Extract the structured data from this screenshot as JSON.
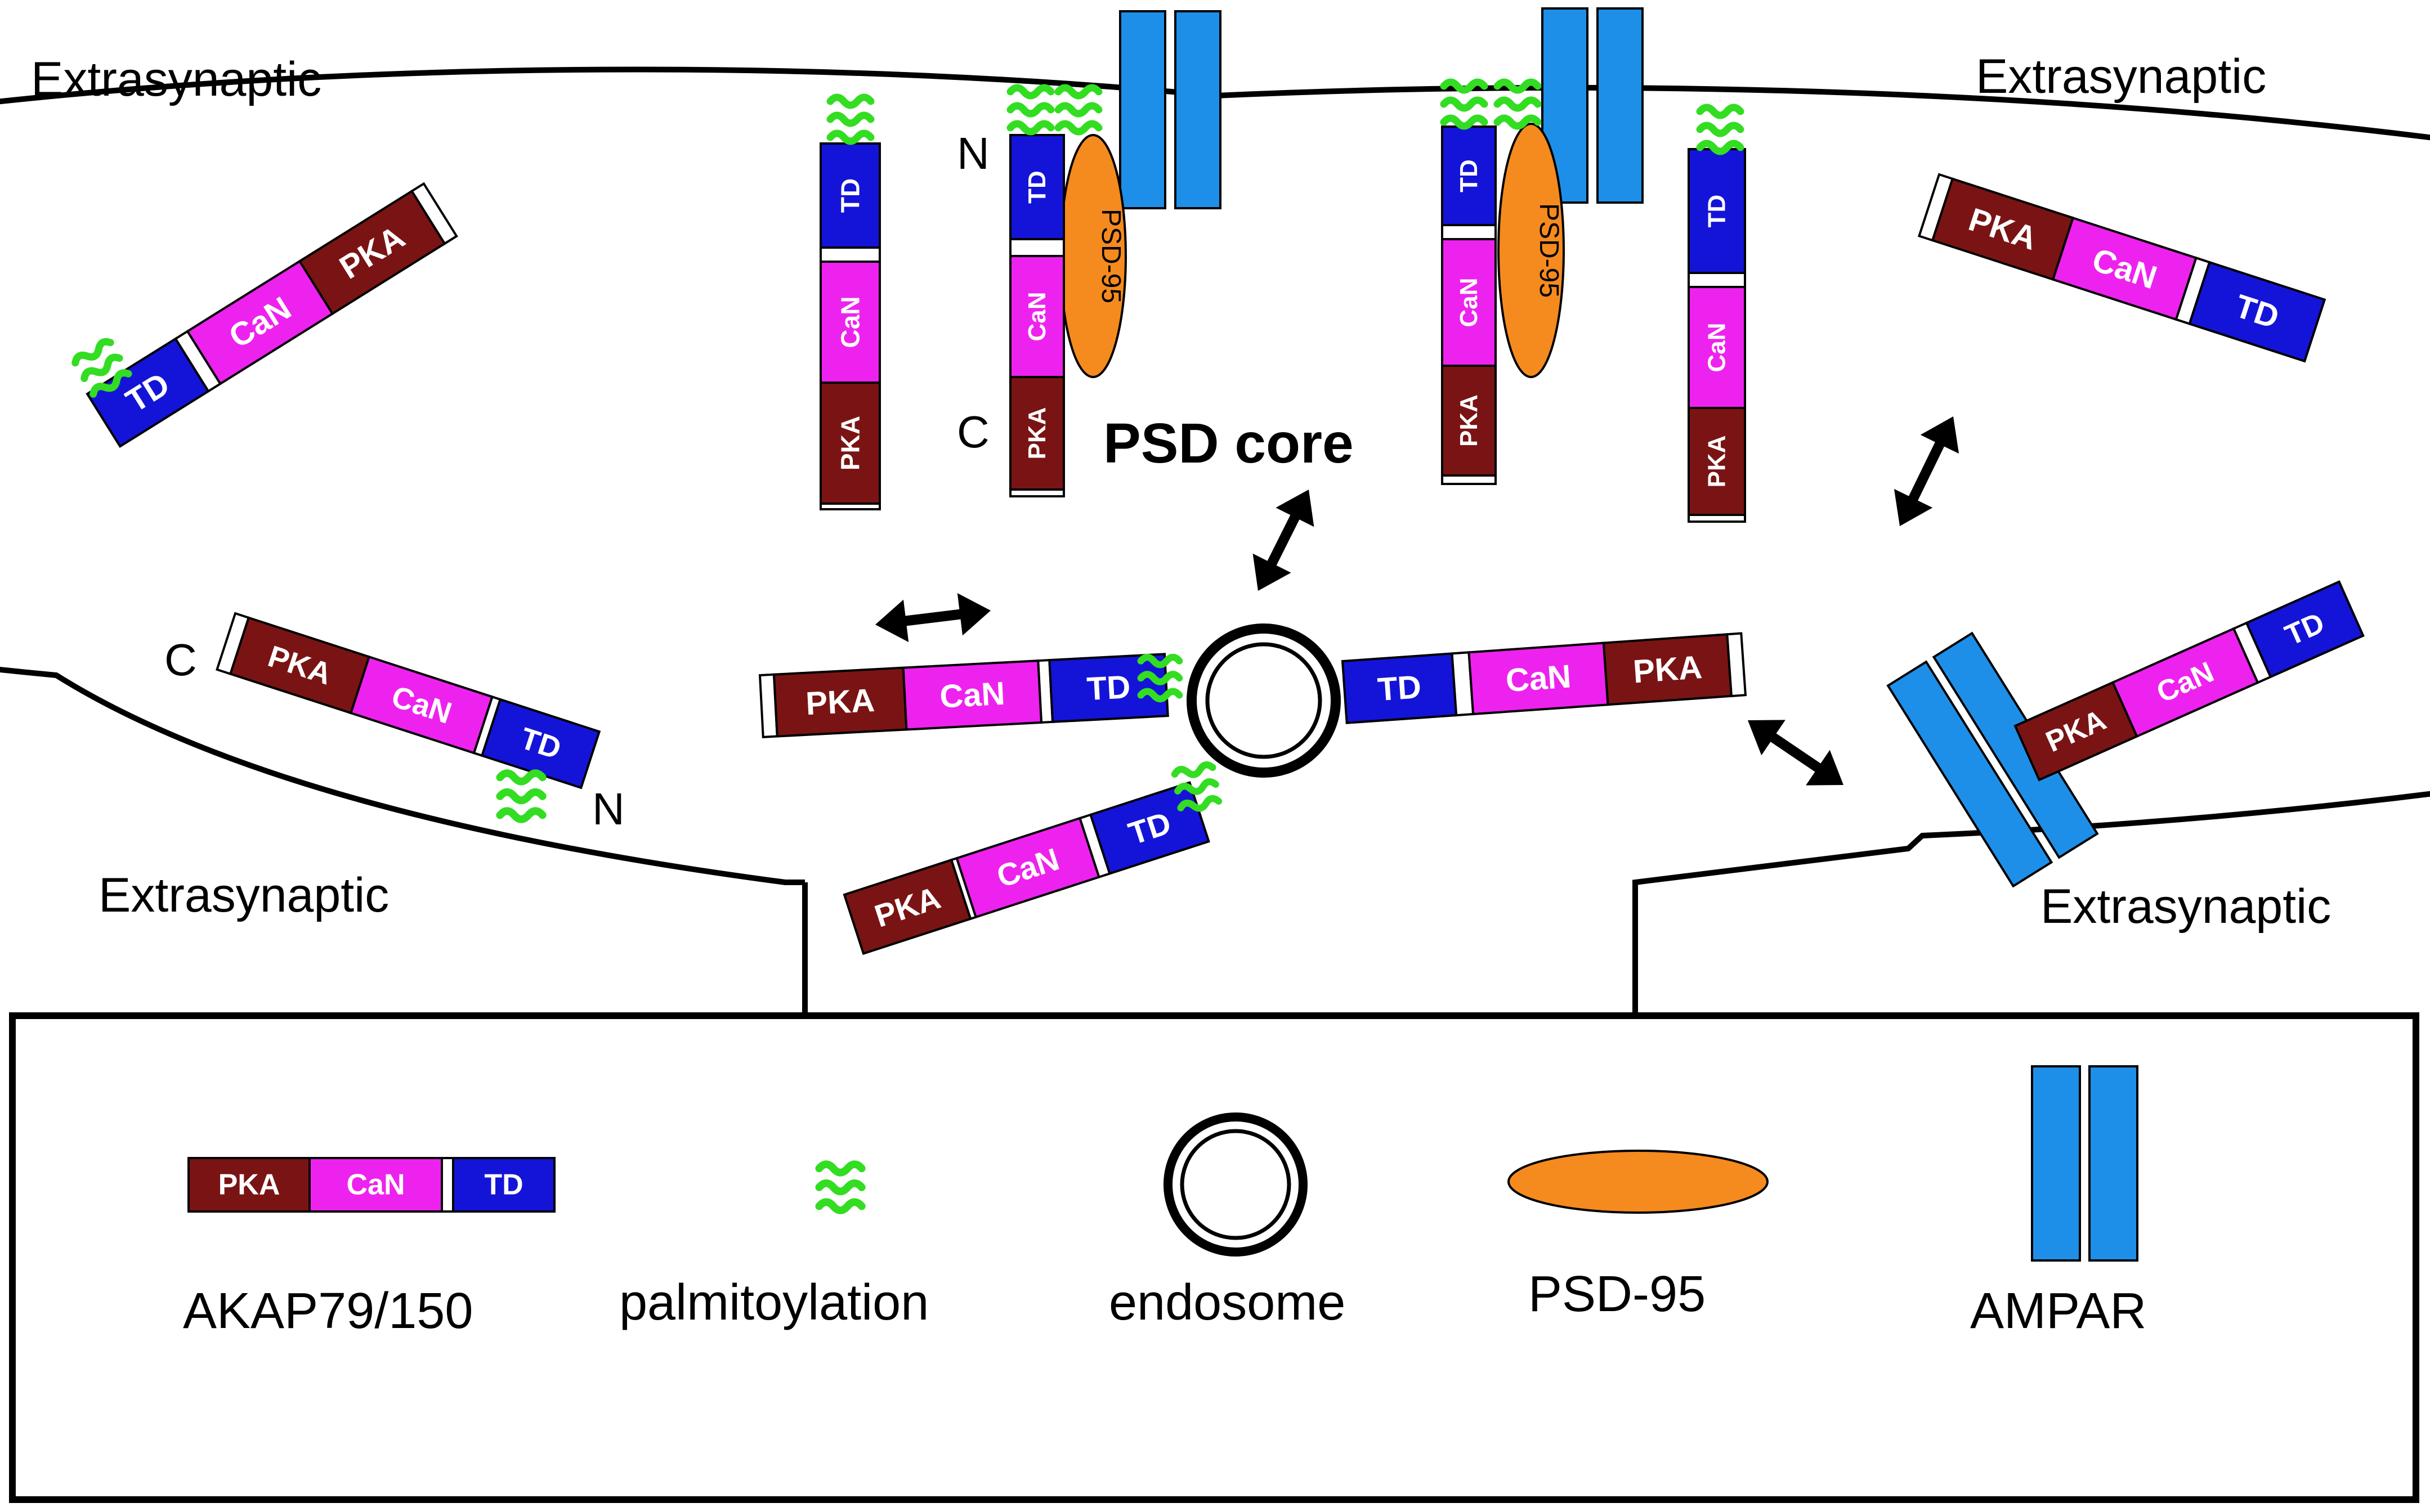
{
  "regions": {
    "top_left": "Extrasynaptic",
    "top_right": "Extrasynaptic",
    "bottom_left": "Extrasynaptic",
    "bottom_right": "Extrasynaptic"
  },
  "center_label": "PSD core",
  "terminals": {
    "n": "N",
    "c": "C"
  },
  "domains": {
    "pka": "PKA",
    "can": "CaN",
    "td": "TD"
  },
  "psd95_label": "PSD-95",
  "legend": {
    "akap": "AKAP79/150",
    "palmitoylation": "palmitoylation",
    "endosome": "endosome",
    "psd95": "PSD-95",
    "ampar": "AMPAR"
  },
  "colors": {
    "pka": "#7a1414",
    "can": "#ee22ee",
    "td": "#1414d8",
    "palm": "#33dd22",
    "psd95": "#f58a1f",
    "ampar": "#1e8fe8",
    "line": "#000000"
  }
}
